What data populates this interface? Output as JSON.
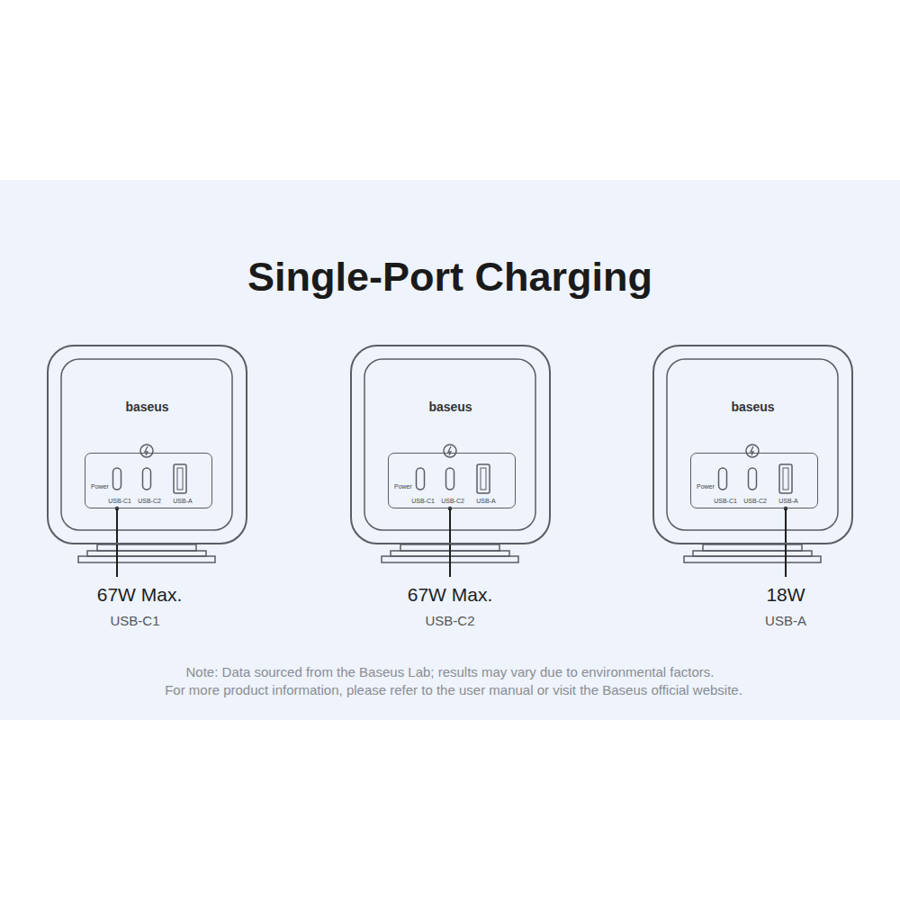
{
  "diagram": {
    "title": "Single-Port Charging",
    "nodes": [
      {
        "text": [
          "baseus"
        ]
      },
      {
        "text": [
          "Power",
          "USB-C1",
          "USB-C2",
          "USB-A"
        ],
        "in": 0
      },
      {
        "text": [
          "baseus"
        ]
      },
      {
        "text": [
          "Power",
          "USB-C1",
          "USB-C2",
          "USB-A"
        ],
        "in": 2
      },
      {
        "text": [
          "baseus"
        ]
      },
      {
        "text": [
          "Power",
          "USB-C1",
          "USB-C2",
          "USB-A"
        ],
        "in": 4
      }
    ],
    "labels": [
      "67W Max.",
      "USB-C1",
      "67W Max.",
      "USB-C2",
      "18W",
      "USB-A",
      "Note: Data sourced from the Baseus Lab; results may vary due to environmental factors.",
      "For more product information, please refer to the user manual or visit the Baseus official website."
    ]
  }
}
